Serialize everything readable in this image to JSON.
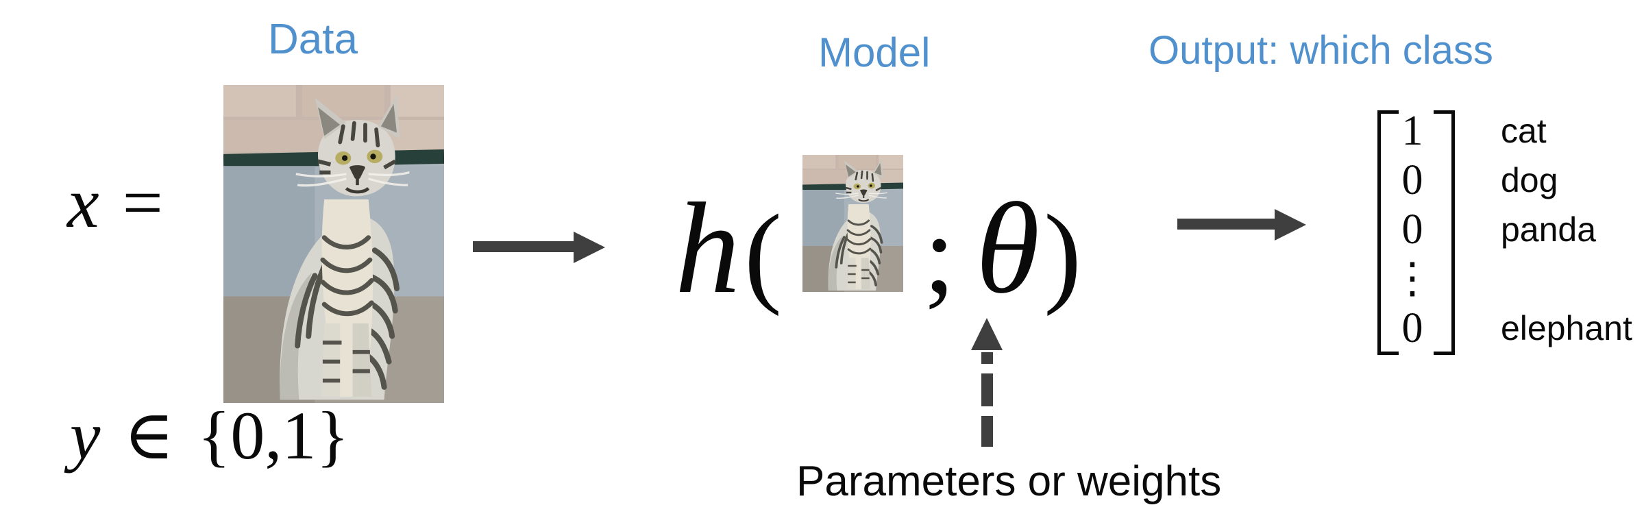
{
  "colors": {
    "accent_blue": "#4f90cd",
    "arrow_gray": "#3f3f3f",
    "ink": "#0a0a0a"
  },
  "data_section": {
    "header": "Data",
    "x_var": "x",
    "equals": "=",
    "y_var": "y",
    "element_of": "∈",
    "label_set": "{0,1}"
  },
  "model_section": {
    "header": "Model",
    "h": "h",
    "open_paren": "(",
    "semicolon": ";",
    "theta": "θ",
    "close_paren": ")",
    "annotation": "Parameters or weights"
  },
  "output_section": {
    "header": "Output: which class",
    "rows": [
      {
        "value": "1",
        "label": "cat"
      },
      {
        "value": "0",
        "label": "dog"
      },
      {
        "value": "0",
        "label": "panda"
      },
      {
        "value": "⋮",
        "label": ""
      },
      {
        "value": "0",
        "label": "elephant"
      }
    ]
  },
  "images": {
    "cat_photo_alt": "gray tabby cat sitting",
    "cat_photo_small_alt": "gray tabby cat sitting (small)"
  }
}
